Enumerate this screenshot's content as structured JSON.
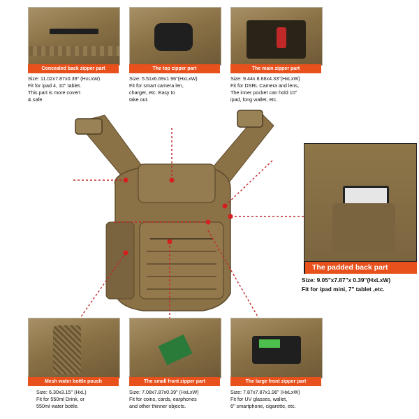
{
  "colors": {
    "accent": "#e8501c",
    "bag_tan": "#8a7146",
    "marker_red": "#d81e1e"
  },
  "panels": {
    "back_zipper": {
      "title": "Concealed back zipper part",
      "lines": [
        "Size: 11.02x7.87x0.39\" (HxLxW)",
        "Fit for ipad 4, 10\" tablet.",
        "This part is more covert",
        "& safe."
      ]
    },
    "top_zipper": {
      "title": "The top zipper part",
      "lines": [
        "Size: 5.51x6.69x1.96\"(HxLxW)",
        "Fit for smart camera len,",
        "charger, etc. Easy to",
        "take out."
      ]
    },
    "main_zipper": {
      "title": "The main zipper part",
      "lines": [
        "Size: 9.44x 8.66x4.33\"(HxLxW)",
        "Fit for DSRL Camera and lens,",
        "The inner pocket can hold 10\"",
        "ipad, long wallet, etc."
      ]
    },
    "padded_back": {
      "title": "The padded back part",
      "lines": [
        "Size: 9.05\"x7.87\"x 0.39\"(HxLxW)",
        "Fit for ipad mini, 7\" tablet ,etc."
      ]
    },
    "mesh_pouch": {
      "title": "Mesh water bottle pouch",
      "lines": [
        "Size: 6.30x3.15\" (HxL)",
        "Fit for 550ml Drink, or",
        "550ml water bottle."
      ]
    },
    "small_front": {
      "title": "The small front zipper part",
      "lines": [
        "Size: 7.08x7.87x0.39\" (HxLxW)",
        "Fit for coins, cards, earphones",
        "and other thinner objects."
      ]
    },
    "large_front": {
      "title": "The large front zipper part",
      "lines": [
        "Size: 7.87x7.87x1.96\" (HxLxW)",
        "Fit for UV glasses, wallet,",
        "6\" smartphone, cigarette, etc."
      ]
    }
  }
}
